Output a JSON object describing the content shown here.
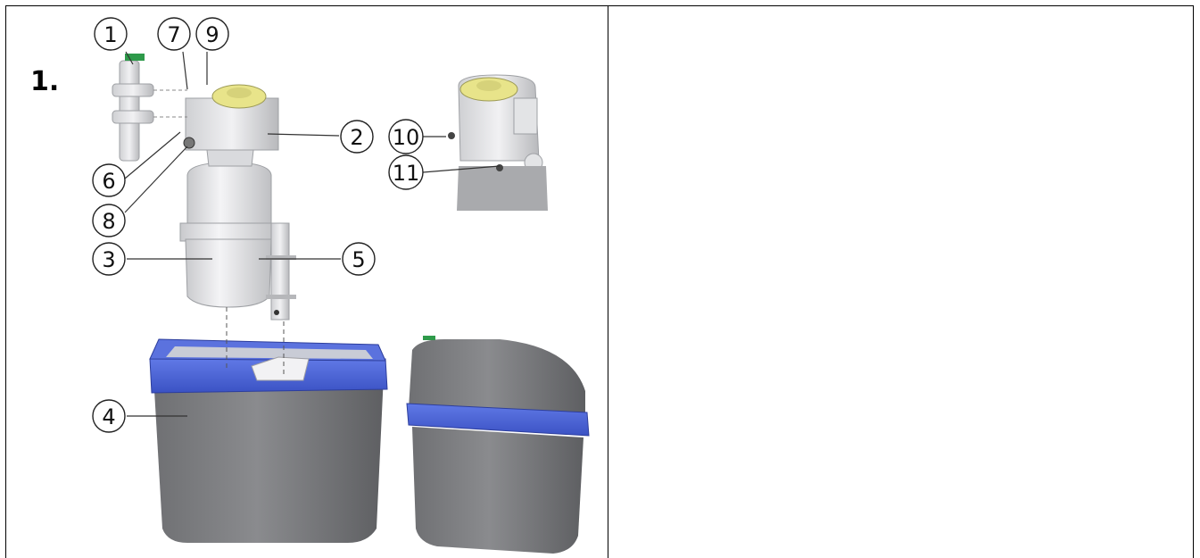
{
  "step_number": "1.",
  "callouts": [
    {
      "id": "1",
      "label": "1"
    },
    {
      "id": "2",
      "label": "2"
    },
    {
      "id": "3",
      "label": "3"
    },
    {
      "id": "4",
      "label": "4"
    },
    {
      "id": "5",
      "label": "5"
    },
    {
      "id": "6",
      "label": "6"
    },
    {
      "id": "7",
      "label": "7"
    },
    {
      "id": "8",
      "label": "8"
    },
    {
      "id": "9",
      "label": "9"
    },
    {
      "id": "10",
      "label": "10"
    },
    {
      "id": "11",
      "label": "11"
    }
  ],
  "colors": {
    "housing_gray": "#76777a",
    "rim_blue": "#4a63d6",
    "valve_cap_yellow": "#e8e48a",
    "resin_tank_white": "#e6e7ea"
  }
}
